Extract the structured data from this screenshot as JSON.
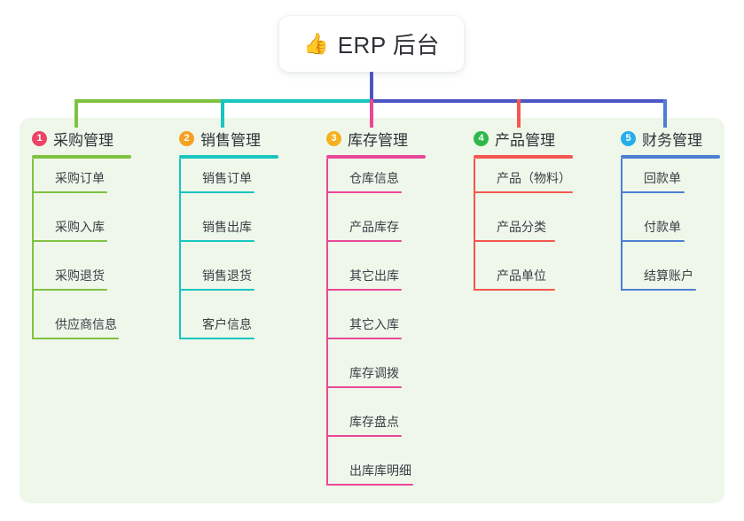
{
  "title": {
    "icon": "thumbs-up-icon",
    "icon_glyph": "👍",
    "text": "ERP 后台"
  },
  "colors": {
    "panel_bg": "#eef7ea",
    "card_bg": "#ffffff",
    "stem": "#4c56c4",
    "bus_left": "#7ec242",
    "bus_mid": "#18c5c0",
    "bus_right": "#4c56c4"
  },
  "columns": [
    {
      "number": "1",
      "title": "采购管理",
      "badge_color": "#ec4464",
      "line_color": "#7ec242",
      "rule_width": 112,
      "items": [
        {
          "label": "采购订单",
          "rule_width": 85
        },
        {
          "label": "采购入库",
          "rule_width": 85
        },
        {
          "label": "采购退货",
          "rule_width": 85
        },
        {
          "label": "供应商信息",
          "rule_width": 98
        }
      ]
    },
    {
      "number": "2",
      "title": "销售管理",
      "badge_color": "#f5a021",
      "line_color": "#18c5c0",
      "rule_width": 112,
      "items": [
        {
          "label": "销售订单",
          "rule_width": 85
        },
        {
          "label": "销售出库",
          "rule_width": 85
        },
        {
          "label": "销售退货",
          "rule_width": 85
        },
        {
          "label": "客户信息",
          "rule_width": 85
        }
      ]
    },
    {
      "number": "3",
      "title": "库存管理",
      "badge_color": "#f5b21e",
      "line_color": "#ea4798",
      "rule_width": 112,
      "items": [
        {
          "label": "仓库信息",
          "rule_width": 85
        },
        {
          "label": "产品库存",
          "rule_width": 85
        },
        {
          "label": "其它出库",
          "rule_width": 85
        },
        {
          "label": "其它入库",
          "rule_width": 85
        },
        {
          "label": "库存调拨",
          "rule_width": 85
        },
        {
          "label": "库存盘点",
          "rule_width": 85
        },
        {
          "label": "出库库明细",
          "rule_width": 98
        }
      ]
    },
    {
      "number": "4",
      "title": "产品管理",
      "badge_color": "#2fb84a",
      "line_color": "#f5574f",
      "rule_width": 112,
      "items": [
        {
          "label": "产品（物料）",
          "rule_width": 112
        },
        {
          "label": "产品分类",
          "rule_width": 92
        },
        {
          "label": "产品单位",
          "rule_width": 92
        }
      ]
    },
    {
      "number": "5",
      "title": "财务管理",
      "badge_color": "#25aeea",
      "line_color": "#4c7fd4",
      "rule_width": 112,
      "items": [
        {
          "label": "回款单",
          "rule_width": 72
        },
        {
          "label": "付款单",
          "rule_width": 72
        },
        {
          "label": "结算账户",
          "rule_width": 85
        }
      ]
    }
  ]
}
